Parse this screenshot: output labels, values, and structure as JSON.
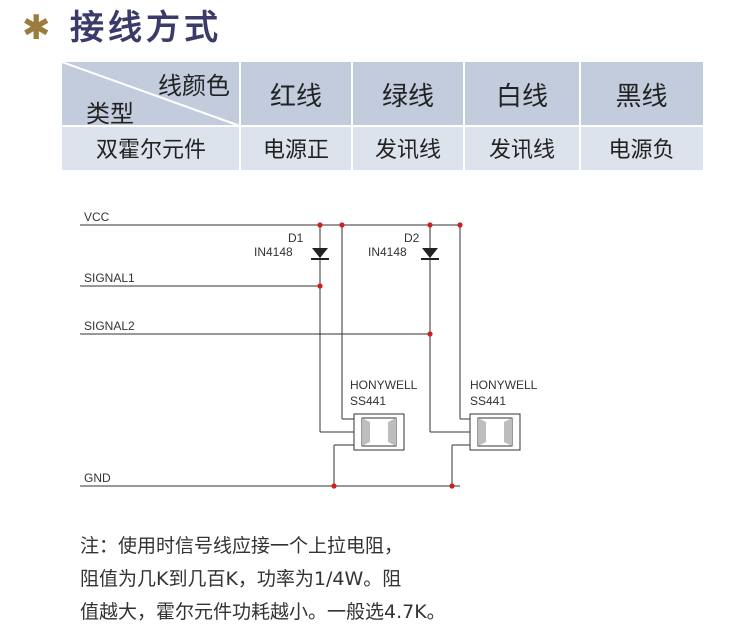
{
  "header": {
    "icon": "asterisk-icon",
    "title": "接线方式"
  },
  "table": {
    "corner_top": "线颜色",
    "corner_bottom": "类型",
    "columns": [
      "红线",
      "绿线",
      "白线",
      "黑线"
    ],
    "row_label": "双霍尔元件",
    "row_values": [
      "电源正",
      "发讯线",
      "发讯线",
      "电源负"
    ],
    "colors": {
      "header_bg": "#c3ccdd",
      "row_bg": "#dde3ec"
    }
  },
  "schematic": {
    "nets": [
      "VCC",
      "SIGNAL1",
      "SIGNAL2",
      "GND"
    ],
    "diodes": [
      {
        "ref": "D1",
        "part": "IN4148"
      },
      {
        "ref": "D2",
        "part": "IN4148"
      }
    ],
    "sensors": [
      {
        "brand": "HONYWELL",
        "model": "SS441"
      },
      {
        "brand": "HONYWELL",
        "model": "SS441"
      }
    ],
    "colors": {
      "wire": "#333333",
      "junction": "#cc1f1f"
    }
  },
  "note": {
    "lines": [
      "注：使用时信号线应接一个上拉电阻，",
      "阻值为几K到几百K，功率为1/4W。阻",
      "值越大，霍尔元件功耗越小。一般选4.7K。"
    ]
  }
}
